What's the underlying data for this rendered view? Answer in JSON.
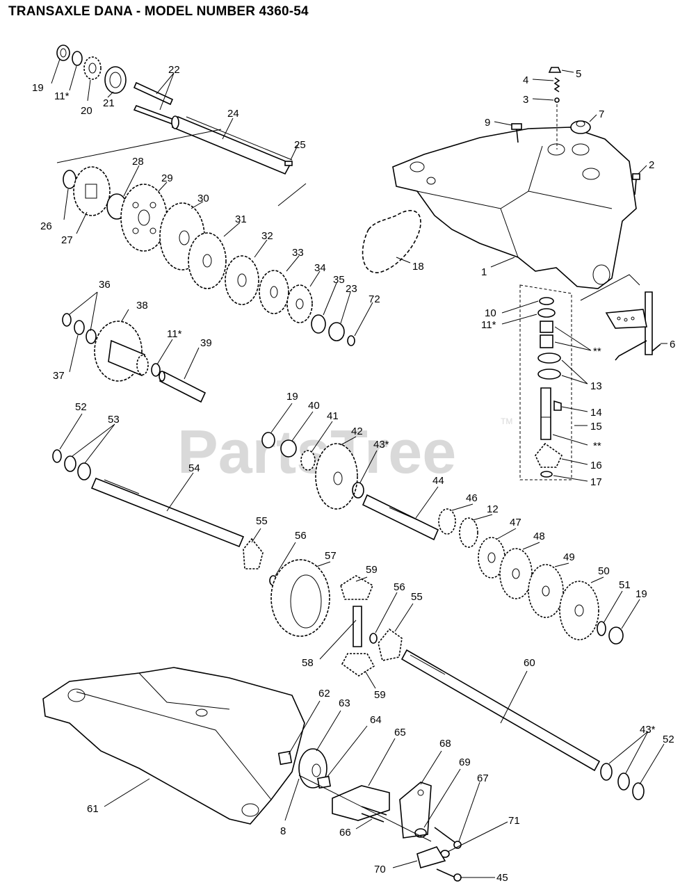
{
  "title": "TRANSAXLE DANA - MODEL NUMBER 4360-54",
  "watermark": "PartsTree",
  "watermark_tm": "TM",
  "labels": {
    "l19a": "19",
    "l11a": "11*",
    "l20": "20",
    "l21": "21",
    "l22": "22",
    "l24": "24",
    "l25": "25",
    "l26": "26",
    "l27": "27",
    "l28": "28",
    "l29": "29",
    "l30": "30",
    "l31": "31",
    "l32": "32",
    "l33": "33",
    "l34": "34",
    "l35": "35",
    "l23": "23",
    "l72": "72",
    "l18": "18",
    "l5": "5",
    "l4": "4",
    "l3": "3",
    "l9": "9",
    "l7": "7",
    "l2": "2",
    "l1": "1",
    "l10": "10",
    "l11b": "11*",
    "lss1": "**",
    "l6": "6",
    "l13": "13",
    "l14": "14",
    "l15": "15",
    "lss2": "**",
    "l16": "16",
    "l17": "17",
    "l36": "36",
    "l38": "38",
    "l37": "37",
    "l11c": "11*",
    "l39": "39",
    "l52a": "52",
    "l53": "53",
    "l54": "54",
    "l19b": "19",
    "l40": "40",
    "l41": "41",
    "l42": "42",
    "l43a": "43*",
    "l44": "44",
    "l46": "46",
    "l12": "12",
    "l47": "47",
    "l48": "48",
    "l49": "49",
    "l50": "50",
    "l51": "51",
    "l19c": "19",
    "l55a": "55",
    "l56a": "56",
    "l57": "57",
    "l59a": "59",
    "l56b": "56",
    "l55b": "55",
    "l58": "58",
    "l59b": "59",
    "l60": "60",
    "l62": "62",
    "l63": "63",
    "l64": "64",
    "l65": "65",
    "l68": "68",
    "l69": "69",
    "l67": "67",
    "l71": "71",
    "l43b": "43*",
    "l52b": "52",
    "l61": "61",
    "l8": "8",
    "l66": "66",
    "l70": "70",
    "l45": "45"
  }
}
